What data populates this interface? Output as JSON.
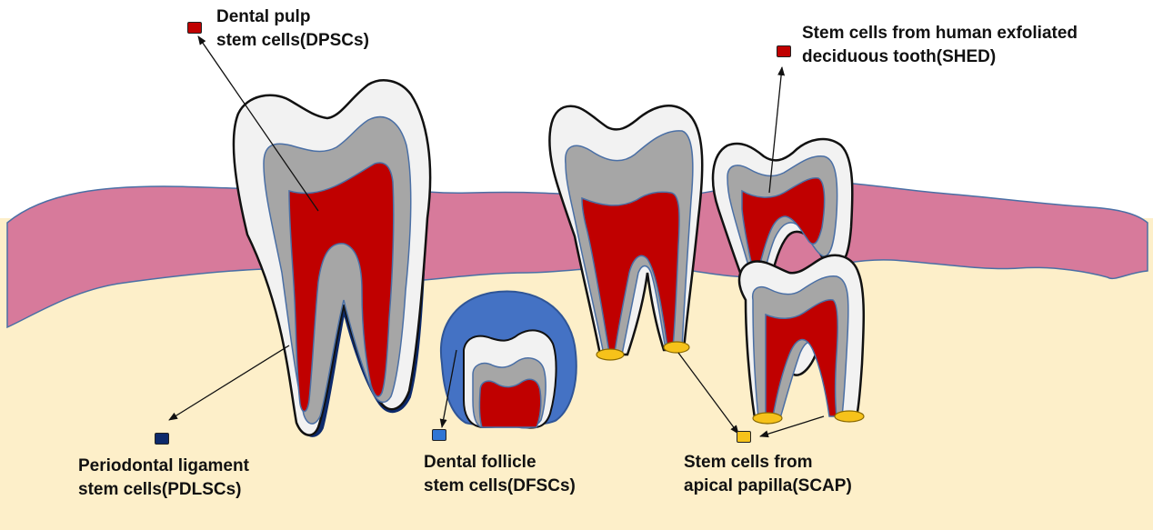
{
  "colors": {
    "gum": "#d77a9b",
    "bone": "#fdefc9",
    "enamel": "#f2f2f2",
    "dentin": "#a6a6a6",
    "pulp": "#c00000",
    "outline": "#4a6fa5",
    "periodontal_ligament": "#0d2a6b",
    "follicle": "#4472c4",
    "follicle_swatch": "#2e75d4",
    "apical_papilla": "#f6c21a",
    "pulp_swatch": "#c00000"
  },
  "labels": {
    "dpsc": [
      "Dental pulp",
      "stem cells(DPSCs)"
    ],
    "shed": [
      "Stem cells from human exfoliated",
      "deciduous tooth(SHED)"
    ],
    "pdlsc": [
      "Periodontal ligament",
      "stem cells(PDLSCs)"
    ],
    "dfsc": [
      "Dental follicle",
      "stem cells(DFSCs)"
    ],
    "scap": [
      "Stem cells from",
      "apical papilla(SCAP)"
    ]
  },
  "legend_swatches": [
    {
      "label_key": "dpsc",
      "color": "#c00000",
      "icon": "dpsc-swatch"
    },
    {
      "label_key": "shed",
      "color": "#c00000",
      "icon": "shed-swatch"
    },
    {
      "label_key": "pdlsc",
      "color": "#0d2a6b",
      "icon": "pdlsc-swatch"
    },
    {
      "label_key": "dfsc",
      "color": "#2e75d4",
      "icon": "dfsc-swatch"
    },
    {
      "label_key": "scap",
      "color": "#f6c21a",
      "icon": "scap-swatch"
    }
  ]
}
